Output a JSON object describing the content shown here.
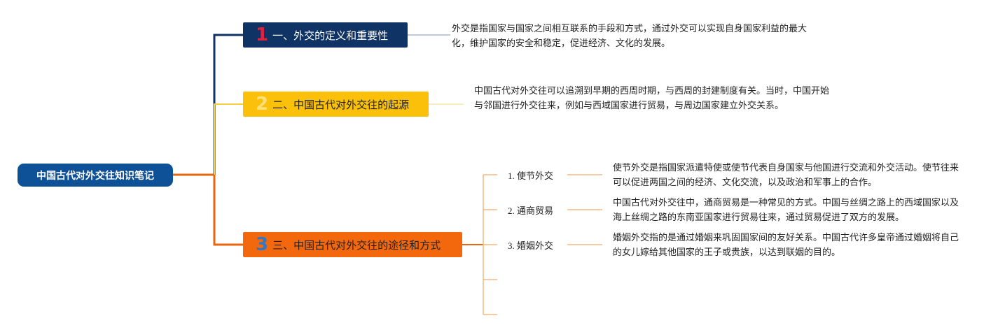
{
  "root": {
    "label": "中国古代对外交往知识笔记"
  },
  "branches": [
    {
      "number": "1",
      "label": "一、外交的定义和重要性",
      "note": "外交是指国家与国家之间相互联系的手段和方式，通过外交可以实现自身国家利益的最大化，维护国家的安全和稳定，促进经济、文化的发展。"
    },
    {
      "number": "2",
      "label": "二、中国古代对外交往的起源",
      "note": "中国古代对外交往可以追溯到早期的西周时期，与西周的封建制度有关。当时，中国开始与邻国进行外交往来，例如与西域国家进行贸易，与周边国家建立外交关系。"
    },
    {
      "number": "3",
      "label": "三、中国古代对外交往的途径和方式",
      "children": [
        {
          "label": "1. 使节外交",
          "note": "使节外交是指国家派遣特使或使节代表自身国家与他国进行交流和外交活动。使节往来可以促进两国之间的经济、文化交流，以及政治和军事上的合作。"
        },
        {
          "label": "2. 通商贸易",
          "note": "中国古代对外交往中，通商贸易是一种常见的方式。中国与丝绸之路上的西域国家以及海上丝绸之路的东南亚国家进行贸易往来，通过贸易促进了双方的发展。"
        },
        {
          "label": "3. 婚姻外交",
          "note": "婚姻外交指的是通过婚姻来巩固国家间的友好关系。中国古代许多皇帝通过婚姻将自己的女儿嫁给其他国家的王子或贵族，以达到联姻的目的。"
        },
        {
          "label": "",
          "note": ""
        },
        {
          "label": "",
          "note": ""
        }
      ]
    }
  ],
  "colors": {
    "root": "#0f5197",
    "branch1": "#0f3365",
    "branch2": "#fbc10a",
    "branch3": "#f3680c",
    "sub_lines": "#f5b983"
  }
}
